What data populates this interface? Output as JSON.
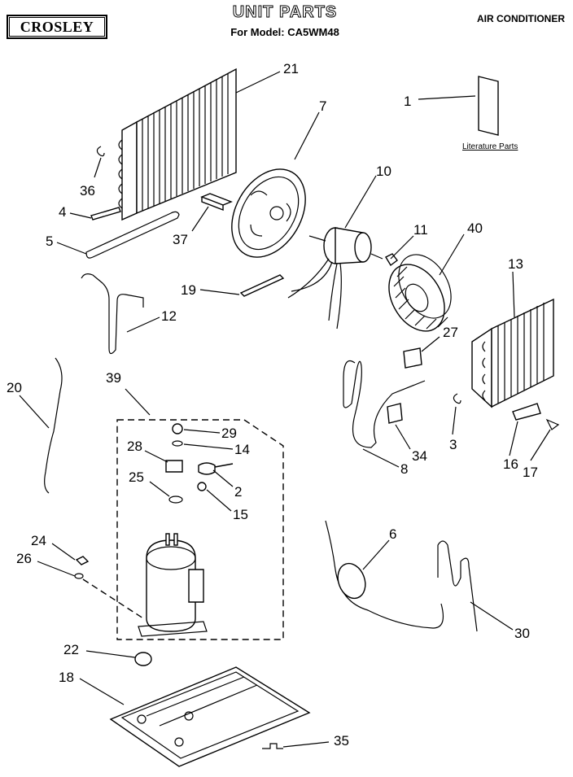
{
  "header": {
    "brand": "CROSLEY",
    "title": "UNIT PARTS",
    "model_line": "For Model: CA5WM48",
    "product": "AIR CONDITIONER"
  },
  "literature_label": "Literature Parts",
  "callouts": [
    {
      "id": "21"
    },
    {
      "id": "7"
    },
    {
      "id": "1"
    },
    {
      "id": "36"
    },
    {
      "id": "10"
    },
    {
      "id": "4"
    },
    {
      "id": "11"
    },
    {
      "id": "40"
    },
    {
      "id": "5"
    },
    {
      "id": "37"
    },
    {
      "id": "13"
    },
    {
      "id": "19"
    },
    {
      "id": "12"
    },
    {
      "id": "27"
    },
    {
      "id": "20"
    },
    {
      "id": "39"
    },
    {
      "id": "29"
    },
    {
      "id": "14"
    },
    {
      "id": "28"
    },
    {
      "id": "2"
    },
    {
      "id": "25"
    },
    {
      "id": "15"
    },
    {
      "id": "34"
    },
    {
      "id": "3"
    },
    {
      "id": "16"
    },
    {
      "id": "17"
    },
    {
      "id": "8"
    },
    {
      "id": "6"
    },
    {
      "id": "24"
    },
    {
      "id": "26"
    },
    {
      "id": "30"
    },
    {
      "id": "22"
    },
    {
      "id": "18"
    },
    {
      "id": "35"
    }
  ]
}
